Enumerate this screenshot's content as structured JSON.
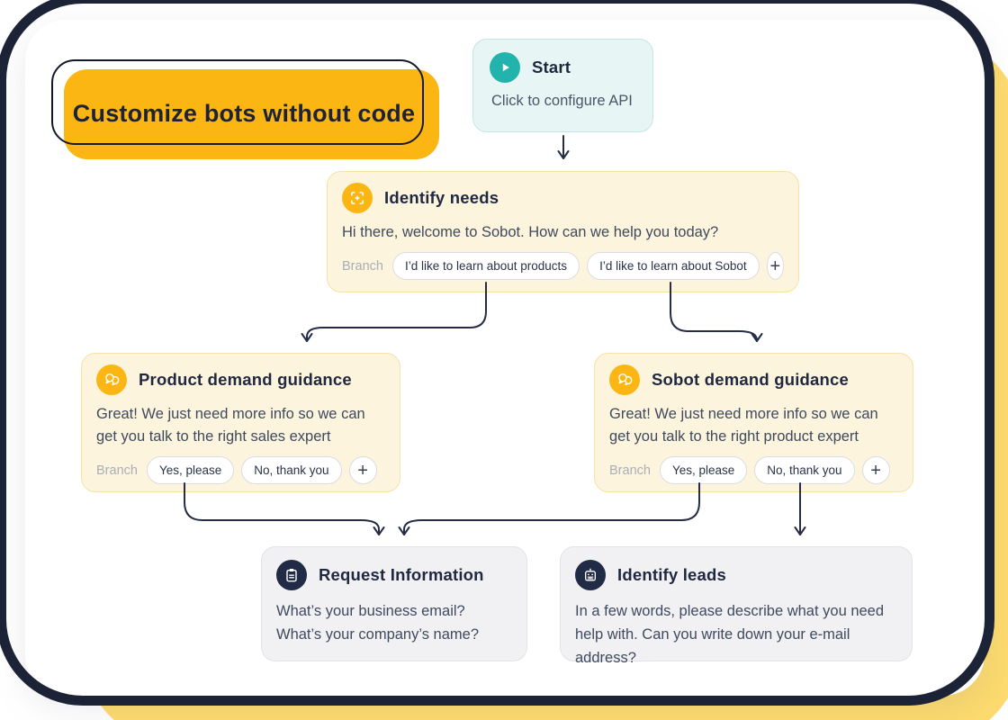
{
  "colors": {
    "accent_yellow": "#FBB614",
    "soft_yellow": "#FDDB6E",
    "frame_navy": "#1C2337",
    "teal": "#23B3AD",
    "node_yellow_bg": "#FCF4DC",
    "node_gray_bg": "#F1F1F4"
  },
  "banner": {
    "label": "Customize bots without code"
  },
  "labels": {
    "branch": "Branch",
    "add": "+"
  },
  "icons": {
    "start": "play-icon",
    "identify_needs": "scan-target-icon",
    "guidance": "chat-bubbles-icon",
    "request_information": "clipboard-icon",
    "identify_leads": "robot-icon"
  },
  "nodes": {
    "start": {
      "title": "Start",
      "subtitle": "Click to configure API"
    },
    "identify_needs": {
      "title": "Identify needs",
      "message": "Hi there, welcome to Sobot. How can we help you today?",
      "branches": [
        "I’d like to learn about products",
        "I’d like to learn about Sobot"
      ]
    },
    "product_guidance": {
      "title": "Product demand guidance",
      "message": "Great! We just need more info so we can get you talk to the right sales expert",
      "branches": [
        "Yes, please",
        "No, thank you"
      ]
    },
    "sobot_guidance": {
      "title": "Sobot demand guidance",
      "message": "Great! We just need more info so we can get you talk to the right product expert",
      "branches": [
        "Yes, please",
        "No, thank you"
      ]
    },
    "request_information": {
      "title": "Request Information",
      "lines": [
        "What’s your business email?",
        "What’s your company’s name?"
      ]
    },
    "identify_leads": {
      "title": "Identify leads",
      "message": "In a few words, please describe what you need help with. Can you write down your e-mail address?"
    }
  }
}
